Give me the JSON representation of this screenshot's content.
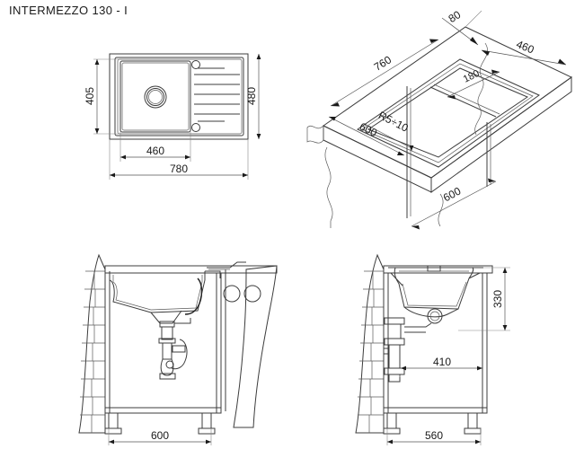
{
  "title": "INTERMEZZO 130 - I",
  "drawing_type": "technical-dimension-drawing",
  "views": {
    "plan": {
      "name": "top-plan-view",
      "dimensions": {
        "height_inner": "405",
        "height_outer": "480",
        "width_inner": "460",
        "width_outer": "780"
      },
      "features": [
        "sink-bowl",
        "drain-hole",
        "drainboard-grooves",
        "tap-hole-upper",
        "tap-hole-lower"
      ]
    },
    "isometric": {
      "name": "isometric-cutout-view",
      "dimensions": {
        "cutout_length": "760",
        "edge_offset": "80",
        "cutout_depth": "460",
        "inner_offset": "180",
        "radius": "R5÷10",
        "cabinet_width_left": "600",
        "cabinet_width_right": "600"
      }
    },
    "section_front": {
      "name": "front-section-view",
      "dimensions": {
        "cabinet_width": "600"
      },
      "features": [
        "brick-wall",
        "cabinet-carcass",
        "sink-basin",
        "drain-trap",
        "waste-pipe",
        "adjustable-feet",
        "tap-holes"
      ]
    },
    "section_side": {
      "name": "side-section-view",
      "dimensions": {
        "basin_height": "330",
        "trap_offset": "410",
        "cabinet_depth": "560"
      },
      "features": [
        "brick-wall",
        "cabinet-carcass",
        "sink-basin",
        "drain-outlet",
        "waste-standpipe",
        "adjustable-feet"
      ]
    }
  },
  "colors": {
    "line": "#3c3c3c",
    "dim_line": "#555555",
    "text": "#1a1a1a",
    "background": "#ffffff"
  }
}
